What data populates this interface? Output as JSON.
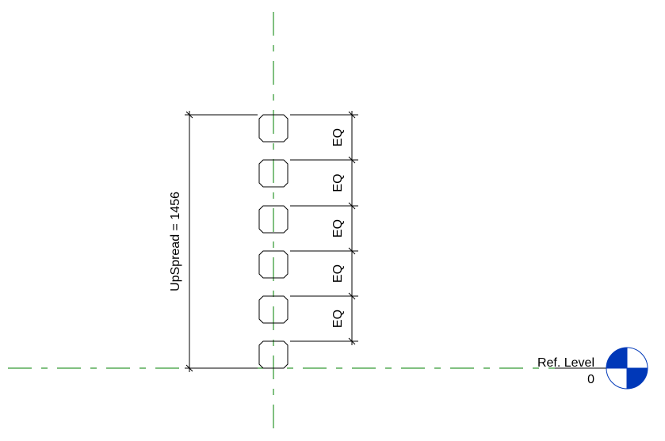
{
  "dimension": {
    "label": "UpSpread = 1456"
  },
  "eq_labels": [
    "EQ",
    "EQ",
    "EQ",
    "EQ",
    "EQ"
  ],
  "level": {
    "name": "Ref. Level",
    "elevation": "0"
  },
  "colors": {
    "grid": "#008000",
    "level_symbol": "#0038b8",
    "line": "#000000"
  }
}
